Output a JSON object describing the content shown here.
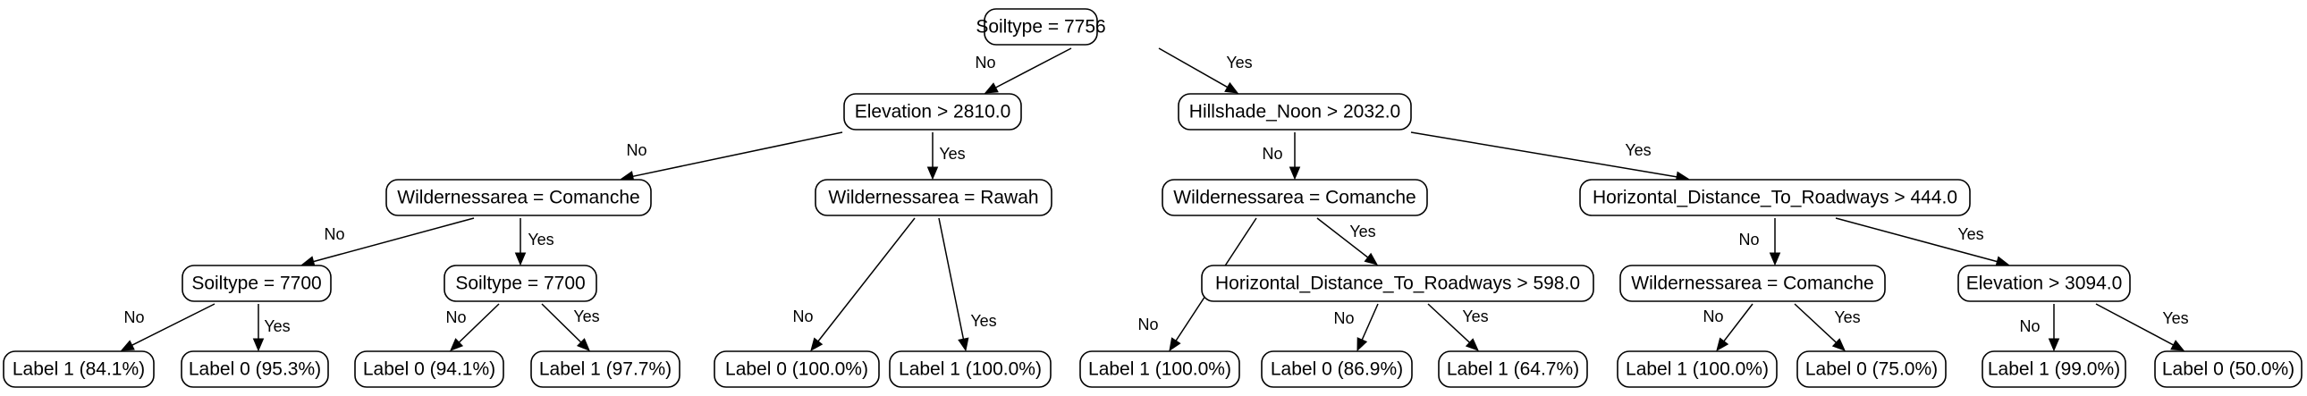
{
  "nodes": [
    {
      "id": "root",
      "label": "Soiltype = 7756"
    },
    {
      "id": "n_elev",
      "label": "Elevation > 2810.0"
    },
    {
      "id": "n_hill",
      "label": "Hillshade_Noon > 2032.0"
    },
    {
      "id": "n_wcom1",
      "label": "Wildernessarea = Comanche"
    },
    {
      "id": "n_wraw",
      "label": "Wildernessarea = Rawah"
    },
    {
      "id": "n_wcom2",
      "label": "Wildernessarea = Comanche"
    },
    {
      "id": "n_hdr444",
      "label": "Horizontal_Distance_To_Roadways > 444.0"
    },
    {
      "id": "n_soil1",
      "label": "Soiltype = 7700"
    },
    {
      "id": "n_soil2",
      "label": "Soiltype = 7700"
    },
    {
      "id": "n_hdr598",
      "label": "Horizontal_Distance_To_Roadways > 598.0"
    },
    {
      "id": "n_wcom3",
      "label": "Wildernessarea = Comanche"
    },
    {
      "id": "n_elev3094",
      "label": "Elevation > 3094.0"
    },
    {
      "id": "l1",
      "label": "Label 1 (84.1%)"
    },
    {
      "id": "l2",
      "label": "Label 0 (95.3%)"
    },
    {
      "id": "l3",
      "label": "Label 0 (94.1%)"
    },
    {
      "id": "l4",
      "label": "Label 1 (97.7%)"
    },
    {
      "id": "l5",
      "label": "Label 0 (100.0%)"
    },
    {
      "id": "l6",
      "label": "Label 1 (100.0%)"
    },
    {
      "id": "l7",
      "label": "Label 1 (100.0%)"
    },
    {
      "id": "l8",
      "label": "Label 0 (86.9%)"
    },
    {
      "id": "l9",
      "label": "Label 1 (64.7%)"
    },
    {
      "id": "l10",
      "label": "Label 1 (100.0%)"
    },
    {
      "id": "l11",
      "label": "Label 0 (75.0%)"
    },
    {
      "id": "l12",
      "label": "Label 1 (99.0%)"
    },
    {
      "id": "l13",
      "label": "Label 0 (50.0%)"
    }
  ],
  "edges": [
    {
      "from": "root",
      "to": "n_elev",
      "label": "No"
    },
    {
      "from": "root",
      "to": "n_hill",
      "label": "Yes"
    },
    {
      "from": "n_elev",
      "to": "n_wcom1",
      "label": "No"
    },
    {
      "from": "n_elev",
      "to": "n_wraw",
      "label": "Yes"
    },
    {
      "from": "n_hill",
      "to": "n_wcom2",
      "label": "No"
    },
    {
      "from": "n_hill",
      "to": "n_hdr444",
      "label": "Yes"
    },
    {
      "from": "n_wcom1",
      "to": "n_soil1",
      "label": "No"
    },
    {
      "from": "n_wcom1",
      "to": "n_soil2",
      "label": "Yes"
    },
    {
      "from": "n_wraw",
      "to": "l5",
      "label": "No"
    },
    {
      "from": "n_wraw",
      "to": "l6",
      "label": "Yes"
    },
    {
      "from": "n_wcom2",
      "to": "l7",
      "label": "No"
    },
    {
      "from": "n_wcom2",
      "to": "n_hdr598",
      "label": "Yes"
    },
    {
      "from": "n_hdr444",
      "to": "n_wcom3",
      "label": "No"
    },
    {
      "from": "n_hdr444",
      "to": "n_elev3094",
      "label": "Yes"
    },
    {
      "from": "n_soil1",
      "to": "l1",
      "label": "No"
    },
    {
      "from": "n_soil1",
      "to": "l2",
      "label": "Yes"
    },
    {
      "from": "n_soil2",
      "to": "l3",
      "label": "No"
    },
    {
      "from": "n_soil2",
      "to": "l4",
      "label": "Yes"
    },
    {
      "from": "n_hdr598",
      "to": "l8",
      "label": "No"
    },
    {
      "from": "n_hdr598",
      "to": "l9",
      "label": "Yes"
    },
    {
      "from": "n_wcom3",
      "to": "l10",
      "label": "No"
    },
    {
      "from": "n_wcom3",
      "to": "l11",
      "label": "Yes"
    },
    {
      "from": "n_elev3094",
      "to": "l12",
      "label": "No"
    },
    {
      "from": "n_elev3094",
      "to": "l13",
      "label": "Yes"
    }
  ]
}
